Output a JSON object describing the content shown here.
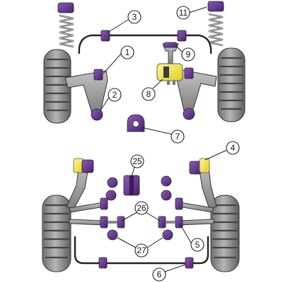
{
  "callouts": {
    "c1": "1",
    "c2": "2",
    "c3": "3",
    "c4": "4",
    "c5": "5",
    "c6": "6",
    "c7": "7",
    "c8": "8",
    "c9": "9",
    "c11": "11",
    "c25": "25",
    "c26": "26",
    "c27": "27"
  },
  "colors": {
    "bush_purple": "#5a2d82",
    "bush_purple_light": "#7b4aa8",
    "bush_yellow": "#f5e642",
    "metal_grey": "#9a9a9a",
    "metal_dark": "#6e6e6e",
    "tyre_grey": "#8c8c8c",
    "outline": "#222222"
  }
}
